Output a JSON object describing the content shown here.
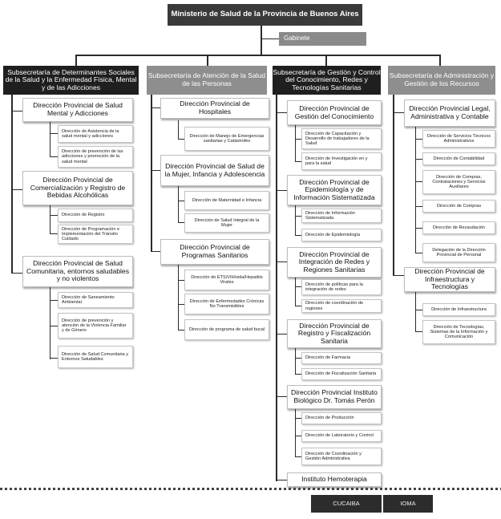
{
  "org": {
    "ministry": "Ministerio de Salud de la Provincia de Buenos Aires",
    "cabinet": "Gabinete",
    "sub1": {
      "title": "Subsecretaría de Determinantes Sociales de la Salud y la Enfermedad Física, Mental y de las Adicciones",
      "d1": "Dirección Provincial de Salud Mental y Adicciones",
      "d1u1": "Dirección de Asistencia de la salud mental y adicciones",
      "d1u2": "Dirección de prevención de las adicciones y promoción de la salud mental",
      "d2": "Dirección Provincial de Comercialización y Registro de Bebidas Alcohólicas",
      "d2u1": "Dirección de Registro",
      "d2u2": "Dirección de Programación e Implementación del Tránsito Cuidado",
      "d3": "Dirección Provincial de Salud Comunitaria, entornos saludables y no violentos",
      "d3u1": "Dirección de Saneamiento Ambiental",
      "d3u2": "Dirección de prevención y atención de la Violencia Familiar y de Género",
      "d3u3": "Dirección de Salud Comunitaria y Entornos Saludables"
    },
    "sub2": {
      "title": "Subsecretaría de Atención de la Salud de las Personas",
      "d1": "Dirección Provincial de Hospitales",
      "d1u1": "Dirección de Manejo de Emergencias sanitarias y Catástrofes",
      "d2": "Dirección Provincial de Salud de la Mujer, Infancia y Adolescencia",
      "d2u1": "Dirección de Maternidad e Infancia",
      "d2u2": "Dirección de Salud Integral de la Mujer",
      "d3": "Dirección Provincial de Programas Sanitarios",
      "d3u1": "Dirección de ETS/VIH/sida/Hepatitis Virales",
      "d3u2": "Dirección de Enfermedades Crónicas No Transmisibles",
      "d3u3": "Dirección de programa de salud bucal"
    },
    "sub3": {
      "title": "Subsecretaría de Gestión y Control del Conocimiento, Redes y Tecnologías Sanitarias",
      "d1": "Dirección Provincial de Gestión del Conocimiento",
      "d1u1": "Dirección de Capacitación y Desarrollo de trabajadores de la Salud",
      "d1u2": "Dirección de Investigación en y para la salud",
      "d2": "Dirección Provincial de Epidemiología y de Información Sistematizada",
      "d2u1": "Dirección de Información Sistematizada",
      "d2u2": "Dirección de Epidemiología",
      "d3": "Dirección Provincial de Integración de Redes y Regiones Sanitarias",
      "d3u1": "Dirección de políticas para la integración de redes",
      "d3u2": "Dirección de coordinación de regiones",
      "d4": "Dirección Provincial de Registro y Fiscalización Sanitaria",
      "d4u1": "Dirección de Farmacia",
      "d4u2": "Dirección de Fiscalización Sanitaria",
      "d5": "Dirección Provincial Instituto Biológico Dr. Tomás Perón",
      "d5u1": "Dirección de Producción",
      "d5u2": "Dirección de Laboratorio y Control",
      "d5u3": "Dirección de Coordinación y Gestión Administrativa",
      "d6": "Instituto Hemoterapia"
    },
    "sub4": {
      "title": "Subsecretaría de Administración y Gestión de los Recursos",
      "d1": "Dirección Provincial Legal, Administrativa y Contable",
      "d1u1": "Dirección de Servicios Técnicos Administrativos",
      "d1u2": "Dirección de Contabilidad",
      "d1u3": "Dirección de Compras, Contrataciones y Servicios Auxiliares",
      "d1u4": "Dirección de Compras",
      "d1u5": "Dirección de Recaudación",
      "d1u6": "Delegación de la Dirección Provincial de Personal",
      "d2": "Dirección Provincial de Infraestructura y Tecnologías",
      "d2u1": "Dirección de Infraestructura",
      "d2u2": "Dirección de Tecnologías, Sistemas de la Información y Comunicación"
    },
    "bottom": {
      "b1": "CUCAIBA",
      "b2": "IOMA"
    }
  }
}
